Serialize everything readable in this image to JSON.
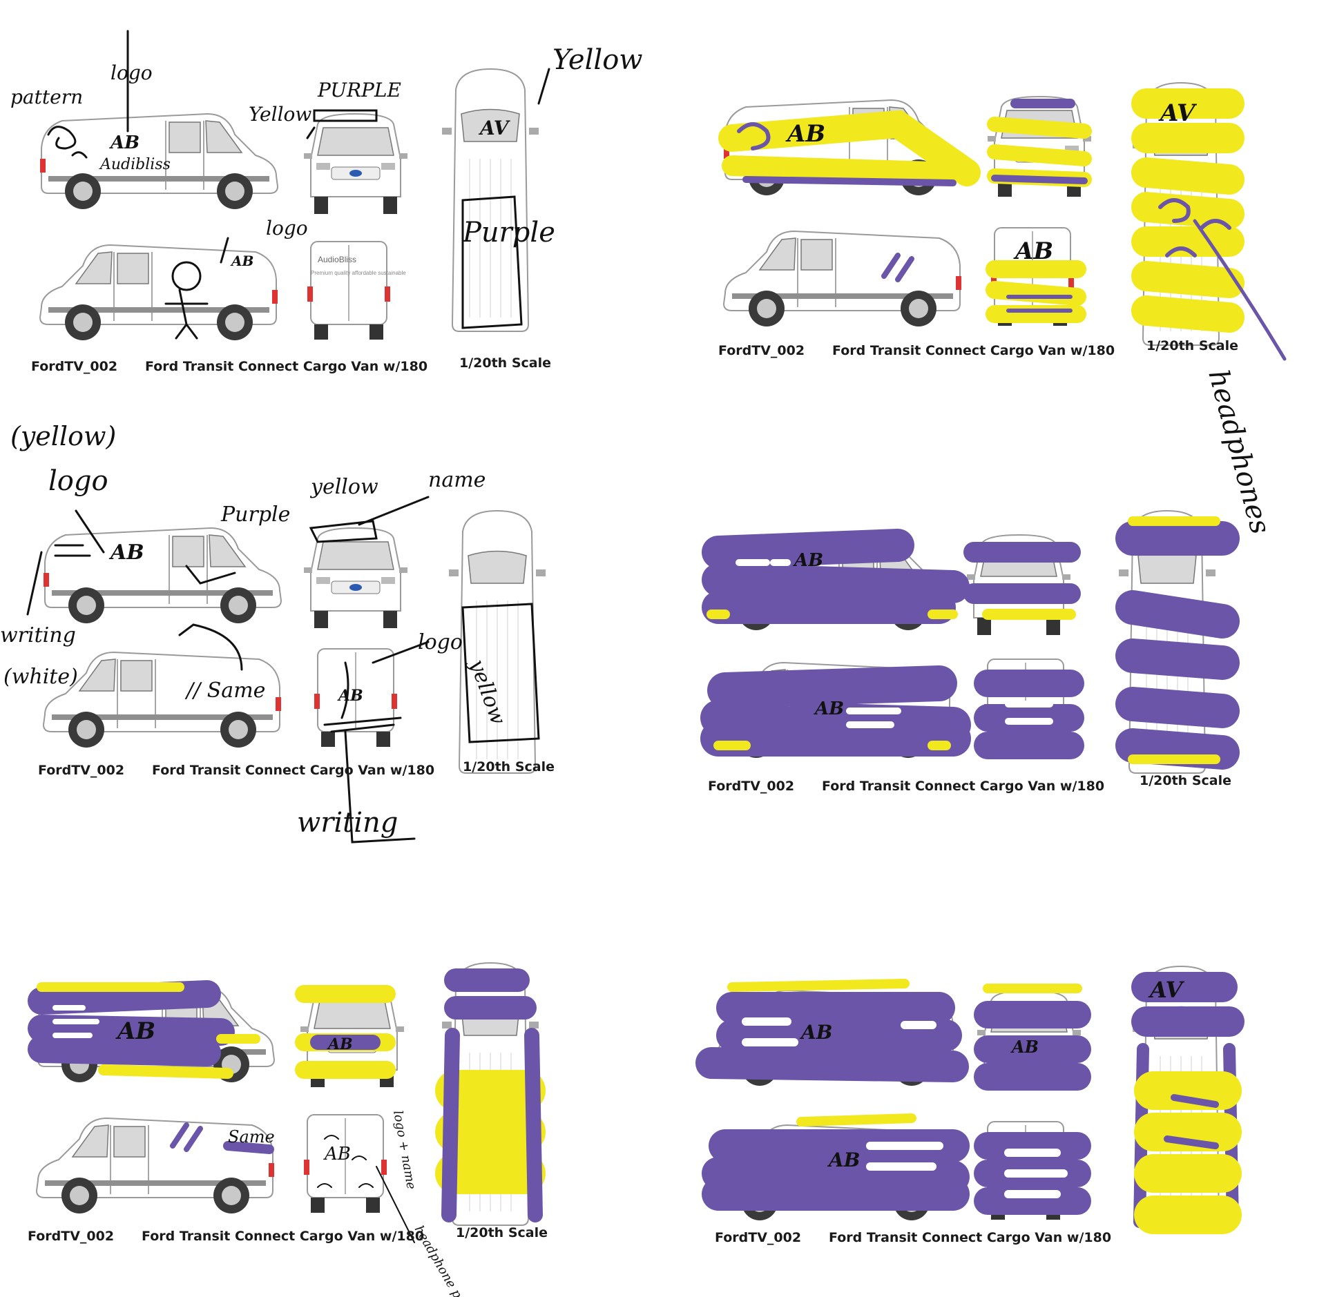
{
  "colors": {
    "purple": "#6a55a8",
    "yellow": "#f2e81e",
    "ink": "#111111",
    "van": "#ffffff",
    "trim": "#8a8a8a"
  },
  "caption_model_id": "FordTV_002",
  "caption_model_name": "Ford Transit Connect Cargo Van w/180",
  "caption_scale": "1/20th Scale",
  "sheets": [
    {
      "id": "sketch-1",
      "annotations": {
        "pattern": "pattern",
        "logo": "logo",
        "purple_roof": "PURPLE",
        "yellow_front": "Yellow",
        "yellow_top": "Yellow",
        "logo_side": "logo",
        "purple_top": "Purple",
        "side_text": "Audibliss",
        "rear_brand": "AudioBliss",
        "rear_tagline": "Premium quality affordable sustainable",
        "roof_mark": "AV",
        "logo_mark": "AB"
      }
    },
    {
      "id": "sketch-2",
      "annotations": {
        "yellow_logo": "(yellow)",
        "logo": "logo",
        "purple": "Purple",
        "yellow": "yellow",
        "name": "name",
        "writing_white": "writing",
        "white": "(white)",
        "same": "// Same",
        "logo_rear": "logo",
        "yellow_top": "yellow",
        "writing_bottom": "writing"
      }
    },
    {
      "id": "render-yellow"
    },
    {
      "id": "render-purple"
    },
    {
      "id": "render-purple-yellow",
      "annotations": {
        "logo_name": "logo + name",
        "headphone_pattern": "headphone pattern",
        "same": "Same"
      }
    },
    {
      "id": "render-purple-final"
    }
  ],
  "side_note": "headphones"
}
